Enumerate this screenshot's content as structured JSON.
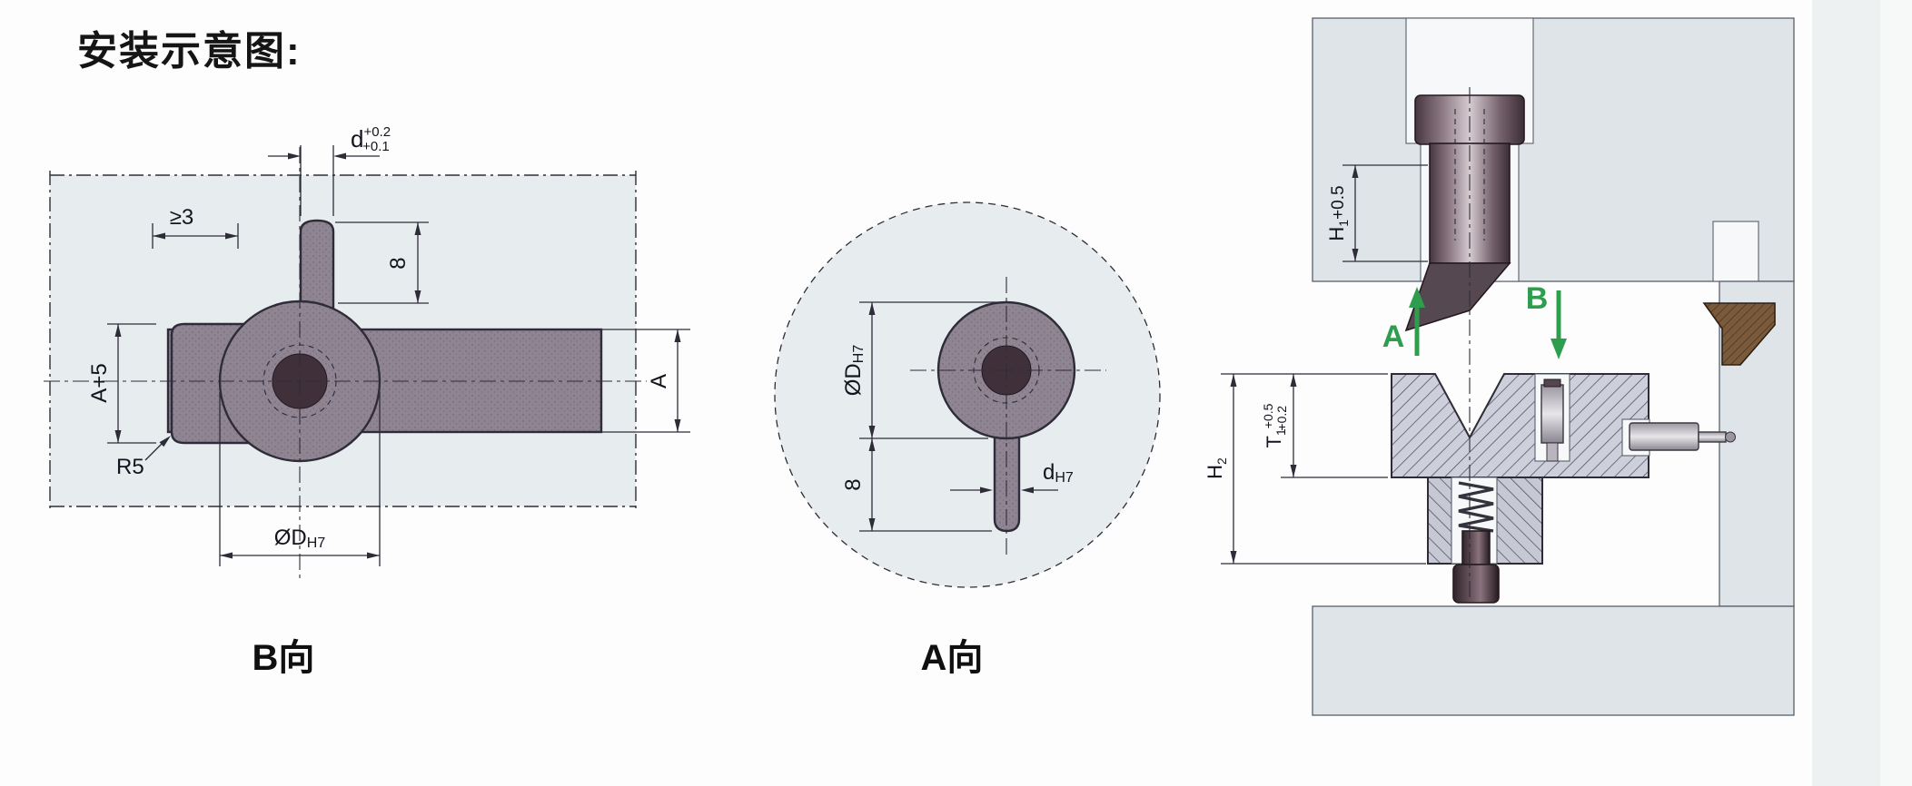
{
  "page": {
    "title": "安装示意图:"
  },
  "colors": {
    "line": "#2e2c38",
    "part": "#8e8492",
    "part-dark": "#40303a",
    "tint": "#e7ecef",
    "panel": "#dfe4e8",
    "hatch-bg": "#cdcfda",
    "hatch-line": "#4e4e62",
    "green": "#2e9e4e"
  },
  "views": {
    "b": {
      "label": "B向",
      "dim_d": {
        "base": "d",
        "upper": "+0.2",
        "lower": "+0.1"
      },
      "dim_min_gap": "≥3",
      "dim_tab_len": "8",
      "dim_head": "A+5",
      "dim_bar": "A",
      "dim_radius": "R5",
      "dim_dia": {
        "base": "ØD",
        "fit": "H7"
      }
    },
    "a": {
      "label": "A向",
      "dim_dia": {
        "base": "ØD",
        "fit": "H7"
      },
      "dim_stem_len": "8",
      "dim_stem": {
        "base": "d",
        "fit": "H7"
      }
    },
    "asm": {
      "dim_h1": {
        "base": "H",
        "sub": "1",
        "tol": "+0.5"
      },
      "dim_h2": {
        "base": "H",
        "sub": "2"
      },
      "dim_t1": {
        "base": "T",
        "sub": "1",
        "upper": "+0.5",
        "lower": "+0.2"
      },
      "arrow_a": "A",
      "arrow_b": "B"
    }
  }
}
